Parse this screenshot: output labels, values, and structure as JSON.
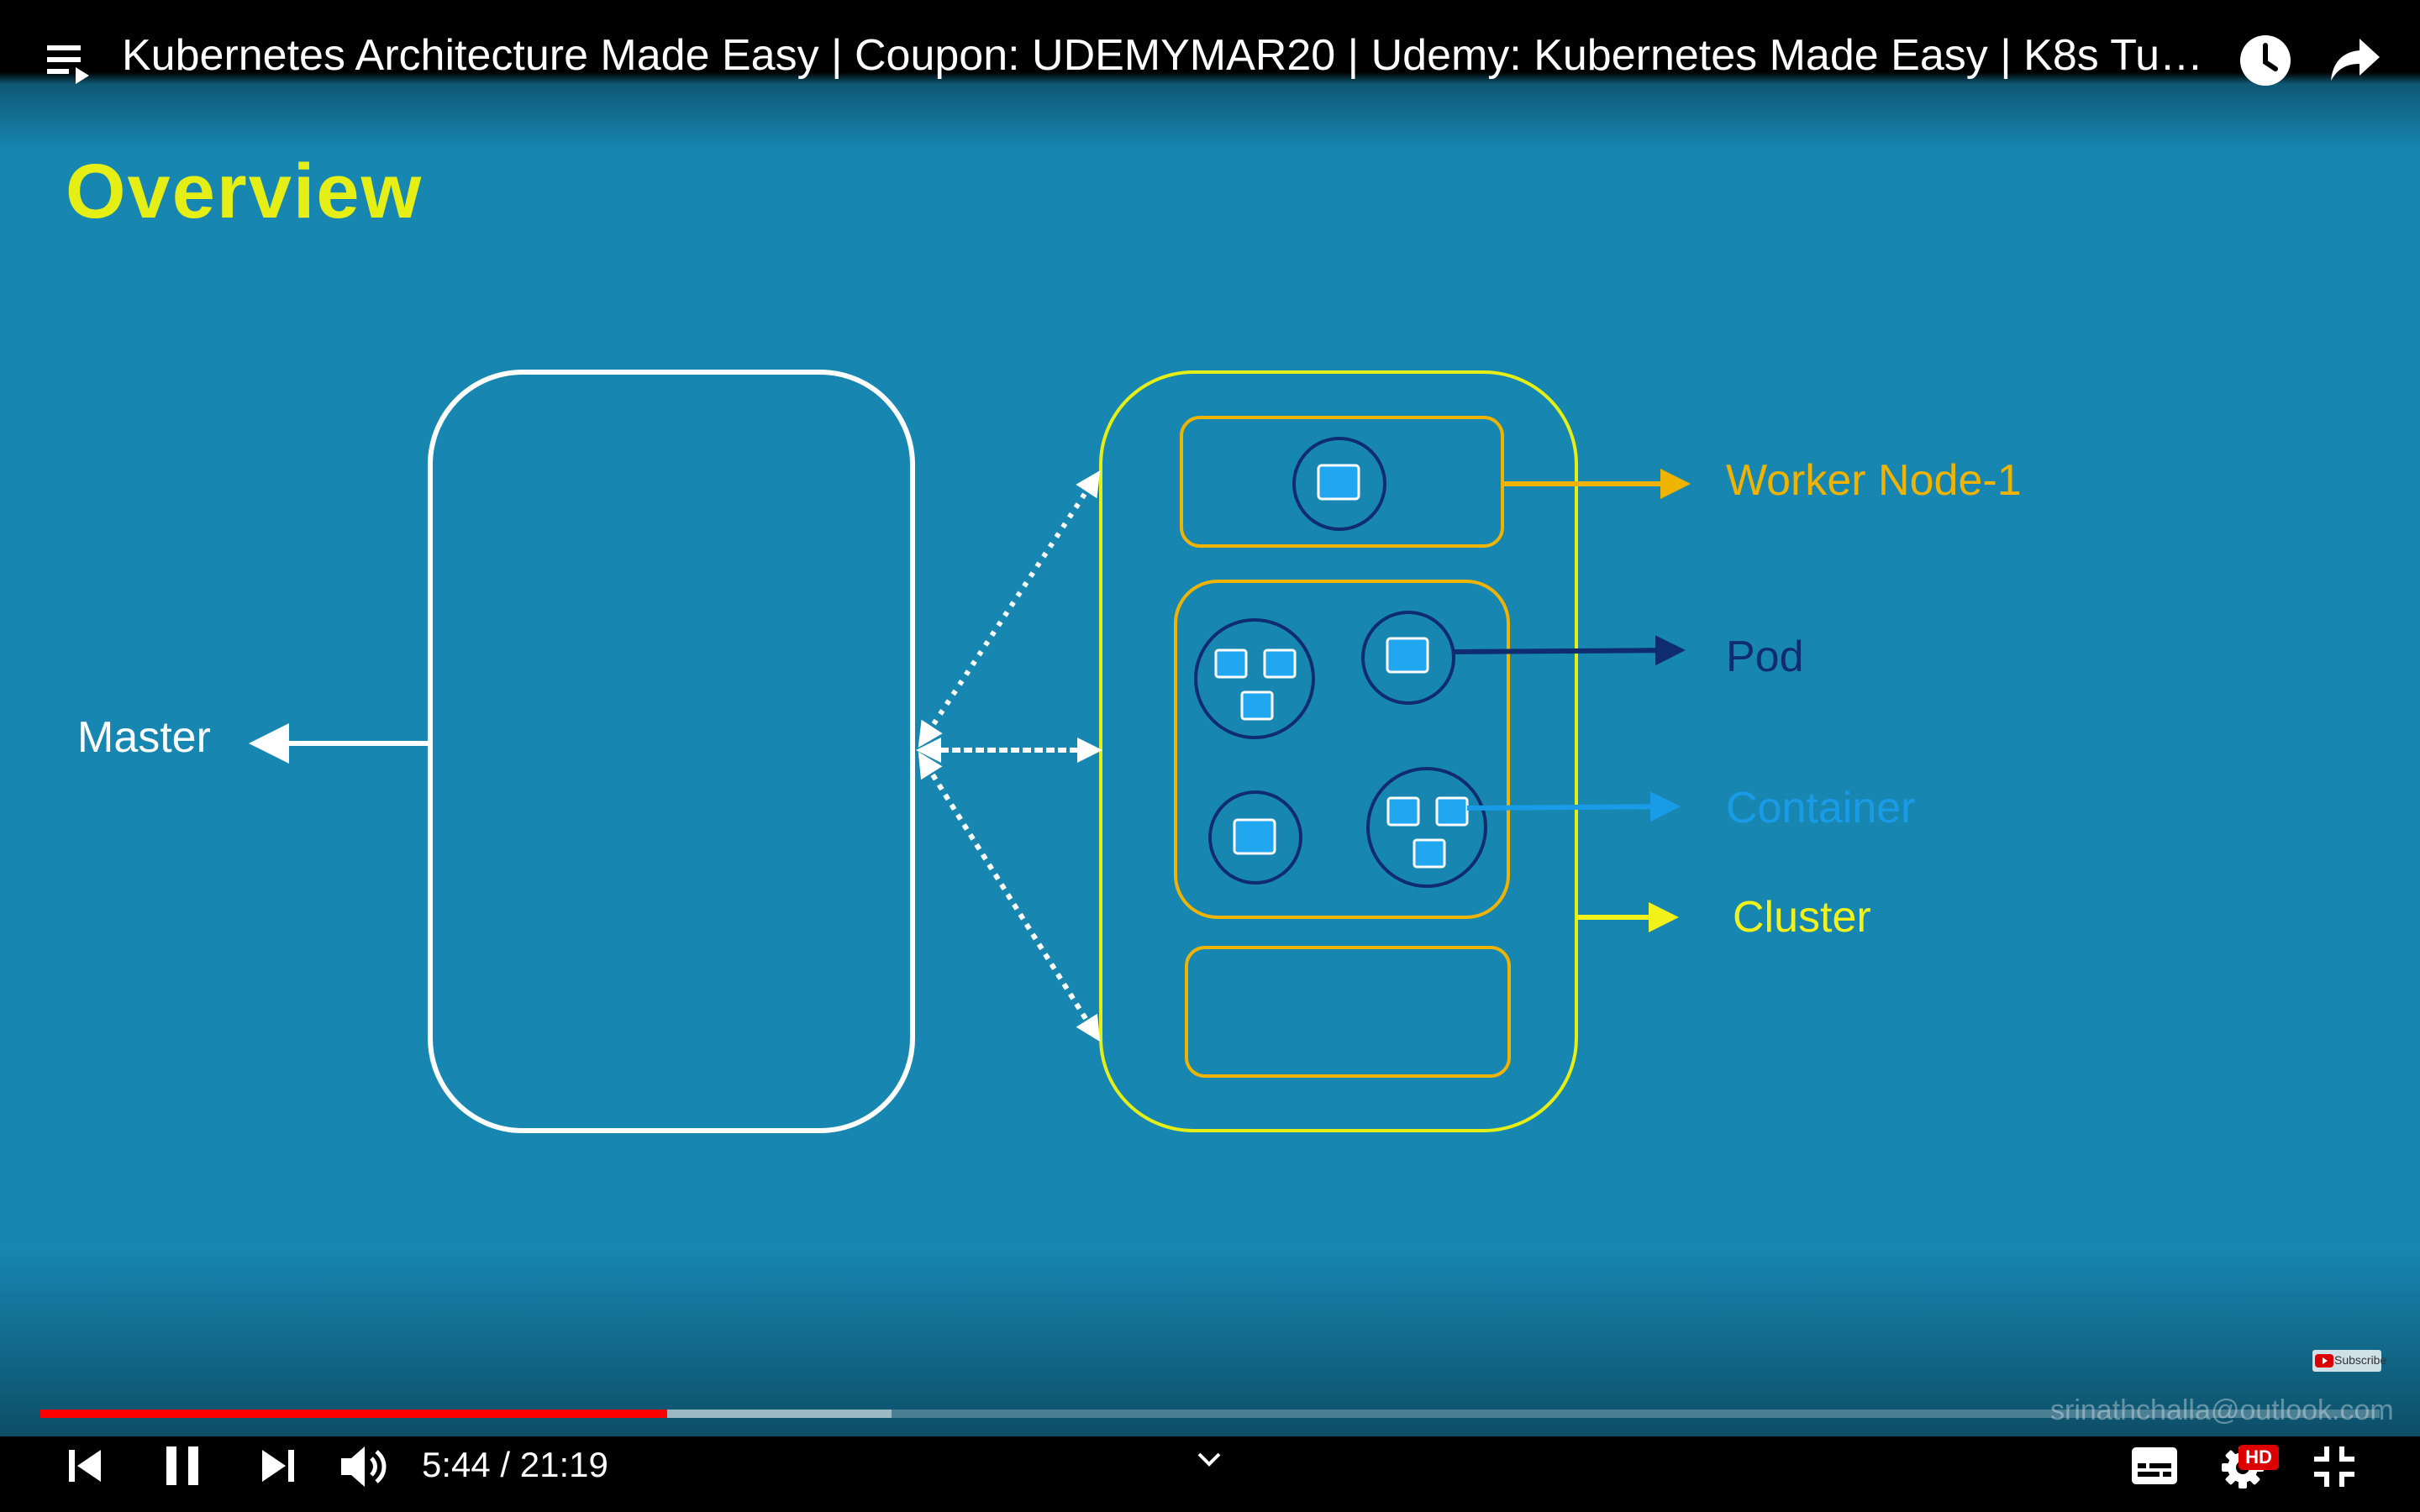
{
  "window": {
    "title": "Kubernetes Architecture Made Easy | Coupon: UDEMYMAR20 | Udemy: Kubernetes Made Easy | K8s Tu…"
  },
  "top_icons": {
    "playlist": "playlist-icon",
    "watch_later": "clock-icon",
    "share": "share-icon"
  },
  "slide": {
    "title": "Overview",
    "labels": {
      "master": "Master",
      "worker_node": "Worker Node-1",
      "pod": "Pod",
      "container": "Container",
      "cluster": "Cluster"
    }
  },
  "colors": {
    "background": "#1787b2",
    "title": "#e6ef15",
    "master": "#ffffff",
    "worker_node": "#f0b400",
    "pod": "#0f2c6e",
    "container": "#1a9be8",
    "cluster": "#f2f21a",
    "progress_played": "#ff0000"
  },
  "player": {
    "time_current": "5:44",
    "time_total": "21:19",
    "time_display": "5:44 / 21:19",
    "progress_played_fraction": 0.268,
    "progress_buffered_fraction": 0.364,
    "watermark": "srinathchalla@outlook.com",
    "subscribe_label": "Subscribe",
    "hd_badge": "HD"
  }
}
